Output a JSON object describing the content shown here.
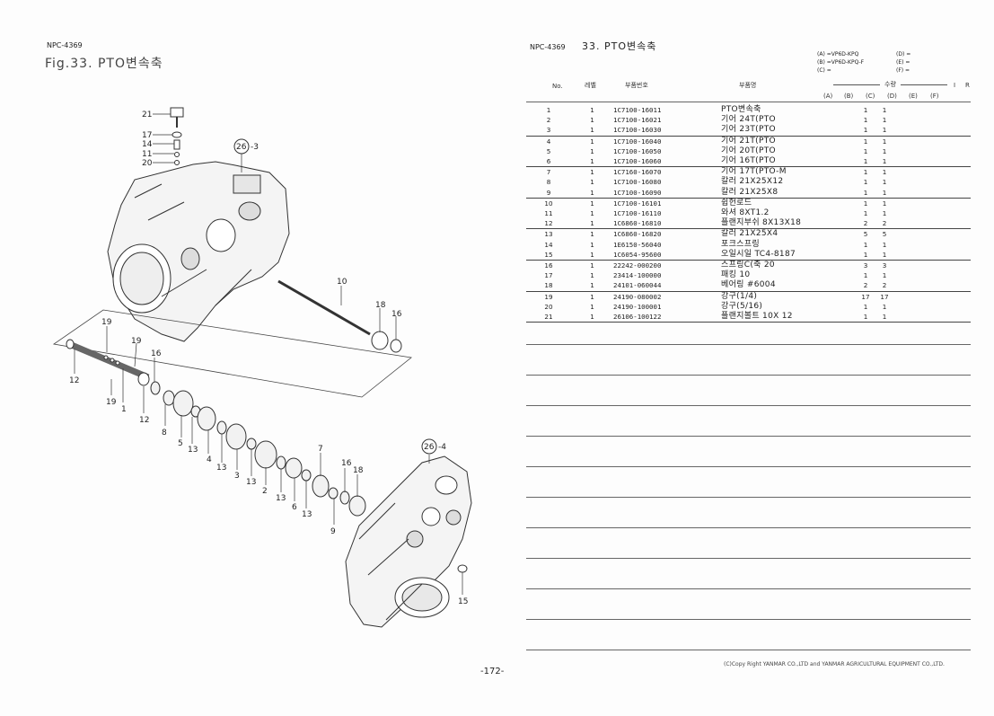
{
  "left": {
    "code": "NPC-4369",
    "fig_title": "Fig.33.   PTO변속축"
  },
  "right": {
    "code": "NPC-4369",
    "title": "33.   PTO변속축",
    "models": {
      "a": "(A) =VP6D-KPQ",
      "b": "(B) =VP6D-KPQ-F",
      "c": "(C) =",
      "d": "(D) =",
      "e": "(E) =",
      "f": "(F) ="
    },
    "headers": {
      "no": "No.",
      "level": "레벨",
      "part_no": "부품번호",
      "part_name": "부품명",
      "qty": "수량",
      "i": "I",
      "r": "R",
      "cols": [
        "(A)",
        "(B)",
        "(C)",
        "(D)",
        "(E)",
        "(F)"
      ]
    }
  },
  "parts": [
    {
      "no": "1",
      "lvl": "1",
      "pno": "1C7100-16011",
      "name": "PTO변속축",
      "a": "1",
      "b": "1"
    },
    {
      "no": "2",
      "lvl": "1",
      "pno": "1C7100-16021",
      "name": "기어 24T(PTO",
      "a": "1",
      "b": "1"
    },
    {
      "no": "3",
      "lvl": "1",
      "pno": "1C7100-16030",
      "name": "기어 23T(PTO",
      "a": "1",
      "b": "1"
    },
    {
      "no": "4",
      "lvl": "1",
      "pno": "1C7100-16040",
      "name": "기어 21T(PTO",
      "a": "1",
      "b": "1"
    },
    {
      "no": "5",
      "lvl": "1",
      "pno": "1C7100-16050",
      "name": "기어 20T(PTO",
      "a": "1",
      "b": "1"
    },
    {
      "no": "6",
      "lvl": "1",
      "pno": "1C7100-16060",
      "name": "기어 16T(PTO",
      "a": "1",
      "b": "1"
    },
    {
      "no": "7",
      "lvl": "1",
      "pno": "1C7160-16070",
      "name": "기어 17T(PTO-M",
      "a": "1",
      "b": "1"
    },
    {
      "no": "8",
      "lvl": "1",
      "pno": "1C7100-16080",
      "name": "칼러 21X25X12",
      "a": "1",
      "b": "1"
    },
    {
      "no": "9",
      "lvl": "1",
      "pno": "1C7100-16090",
      "name": "칼러 21X25X8",
      "a": "1",
      "b": "1"
    },
    {
      "no": "10",
      "lvl": "1",
      "pno": "1C7100-16101",
      "name": "쉽헌로드",
      "a": "1",
      "b": "1"
    },
    {
      "no": "11",
      "lvl": "1",
      "pno": "1C7100-16110",
      "name": "와셔 8XT1.2",
      "a": "1",
      "b": "1"
    },
    {
      "no": "12",
      "lvl": "1",
      "pno": "1C6860-16810",
      "name": "플랜지부쉬 8X13X18",
      "a": "2",
      "b": "2"
    },
    {
      "no": "13",
      "lvl": "1",
      "pno": "1C6860-16820",
      "name": "칼러 21X25X4",
      "a": "5",
      "b": "5"
    },
    {
      "no": "14",
      "lvl": "1",
      "pno": "1E6150-56040",
      "name": "포크스프링",
      "a": "1",
      "b": "1"
    },
    {
      "no": "15",
      "lvl": "1",
      "pno": "1C6054-95600",
      "name": "오일시일 TC4-8187",
      "a": "1",
      "b": "1"
    },
    {
      "no": "16",
      "lvl": "1",
      "pno": "22242-000200",
      "name": "스프링C(축 20",
      "a": "3",
      "b": "3"
    },
    {
      "no": "17",
      "lvl": "1",
      "pno": "23414-100000",
      "name": "패킹 10",
      "a": "1",
      "b": "1"
    },
    {
      "no": "18",
      "lvl": "1",
      "pno": "24101-060044",
      "name": "베어링 #6004",
      "a": "2",
      "b": "2"
    },
    {
      "no": "19",
      "lvl": "1",
      "pno": "24190-080002",
      "name": "강구(1/4)",
      "a": "17",
      "b": "17"
    },
    {
      "no": "20",
      "lvl": "1",
      "pno": "24190-100001",
      "name": "강구(5/16)",
      "a": "1",
      "b": "1"
    },
    {
      "no": "21",
      "lvl": "1",
      "pno": "26106-100122",
      "name": "플랜지볼트 10X 12",
      "a": "1",
      "b": "1"
    }
  ],
  "callouts": {
    "c21": "21",
    "c17": "17",
    "c14": "14",
    "c11": "11",
    "c20": "20",
    "c26a": "26",
    "c26a_sfx": "-3",
    "c26b": "26",
    "c26b_sfx": "-4",
    "c10": "10",
    "c18a": "18",
    "c16a": "16",
    "c19a": "19",
    "c19b": "19",
    "c19c": "19",
    "c16b": "16",
    "c12a": "12",
    "c12b": "12",
    "c1": "1",
    "c8": "8",
    "c5": "5",
    "c13a": "13",
    "c4": "4",
    "c13b": "13",
    "c3": "3",
    "c13c": "13",
    "c2": "2",
    "c13d": "13",
    "c6": "6",
    "c13e": "13",
    "c7": "7",
    "c9": "9",
    "c16c": "16",
    "c18b": "18",
    "c15": "15"
  },
  "footer": {
    "page": "-172-",
    "copyright": "(C)Copy Right  YANMAR CO.,LTD and YANMAR AGRICULTURAL EQUIPMENT CO.,LTD."
  }
}
